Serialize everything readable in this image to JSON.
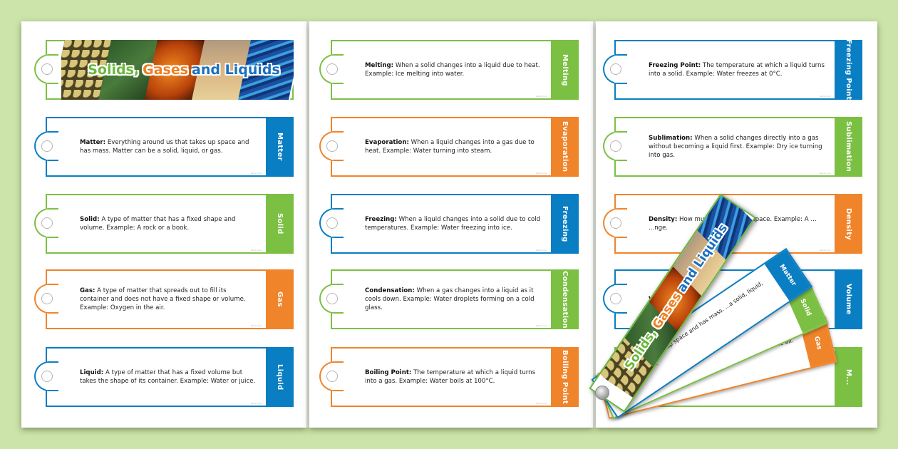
{
  "document": {
    "title": "Solids, Gases and Liquids",
    "title_words": [
      "Solids,",
      "Gases",
      "and Liquids"
    ],
    "colors": {
      "background": "#cce4a9",
      "green": "#7cc043",
      "blue": "#0a7ec2",
      "orange": "#f0842b"
    },
    "footer_mark": "twinkl.com"
  },
  "pages": [
    {
      "cards": [
        {
          "type": "title",
          "color": "green"
        },
        {
          "term": "Matter:",
          "definition": "Everything around us that takes up space and has mass. Matter can be a solid, liquid, or gas.",
          "tab_label": "Matter",
          "color": "blue"
        },
        {
          "term": "Solid:",
          "definition": "A type of matter that has a fixed shape and volume. Example: A rock or a book.",
          "tab_label": "Solid",
          "color": "green"
        },
        {
          "term": "Gas:",
          "definition": "A type of matter that spreads out to fill its container and does not have a fixed shape or volume. Example: Oxygen in the air.",
          "tab_label": "Gas",
          "color": "orange"
        },
        {
          "term": "Liquid:",
          "definition": "A type of matter that has a fixed volume but takes the shape of its container. Example: Water or juice.",
          "tab_label": "Liquid",
          "color": "blue"
        }
      ]
    },
    {
      "cards": [
        {
          "term": "Melting:",
          "definition": "When a solid changes into a liquid due to heat. Example: Ice melting into water.",
          "tab_label": "Melting",
          "color": "green"
        },
        {
          "term": "Evaporation:",
          "definition": "When a liquid changes into a gas due to heat. Example: Water turning into steam.",
          "tab_label": "Evaporation",
          "color": "orange"
        },
        {
          "term": "Freezing:",
          "definition": "When a liquid changes into a solid due to cold temperatures. Example: Water freezing into ice.",
          "tab_label": "Freezing",
          "color": "blue"
        },
        {
          "term": "Condensation:",
          "definition": "When a gas changes into a liquid as it cools down. Example: Water droplets forming on a cold glass.",
          "tab_label": "Condensation",
          "color": "green"
        },
        {
          "term": "Boiling Point:",
          "definition": "The temperature at which a liquid turns into a gas. Example: Water boils at 100°C.",
          "tab_label": "Boiling Point",
          "color": "orange"
        }
      ]
    },
    {
      "cards": [
        {
          "term": "Freezing Point:",
          "definition": "The temperature at which a liquid turns into a solid. Example: Water freezes at 0°C.",
          "tab_label": "Freezing Point",
          "color": "blue"
        },
        {
          "term": "Sublimation:",
          "definition": "When a solid changes directly into a gas without becoming a liquid first. Example: Dry ice turning into gas.",
          "tab_label": "Sublimation",
          "color": "green"
        },
        {
          "term": "Density:",
          "definition": "How much m... contain space. Example: A ... ...nge.",
          "tab_label": "Density",
          "color": "orange"
        },
        {
          "term": "V...",
          "definition": "",
          "tab_label": "Volume",
          "color": "blue"
        },
        {
          "term": "",
          "definition": "",
          "tab_label": "M...",
          "color": "green"
        }
      ]
    }
  ],
  "fan": {
    "cards": [
      {
        "tab_label": "Gas",
        "text": "...container and does ...e. Example: Oxygen in the air.",
        "color": "orange"
      },
      {
        "tab_label": "Solid",
        "text": "",
        "color": "green"
      },
      {
        "tab_label": "Matter",
        "text": "...that takes up space and has mass. ...a solid, liquid, or gas.",
        "color": "blue"
      }
    ]
  }
}
